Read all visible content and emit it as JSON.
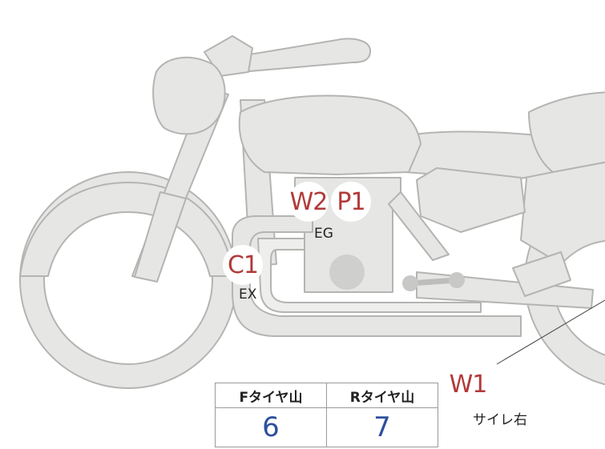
{
  "markers": {
    "w2": "W2",
    "p1": "P1",
    "c1": "C1",
    "w1": "W1"
  },
  "labels": {
    "eg": "EG",
    "ex": "EX",
    "w1_location": "サイレ右"
  },
  "tire_table": {
    "headers": [
      "Fタイヤ山",
      "Rタイヤ山"
    ],
    "values": [
      "6",
      "7"
    ]
  },
  "colors": {
    "bike_fill": "#e6e6e4",
    "bike_stroke": "#b4b4b2",
    "marker_text": "#b23a3a",
    "value_text": "#2e4f9c"
  }
}
